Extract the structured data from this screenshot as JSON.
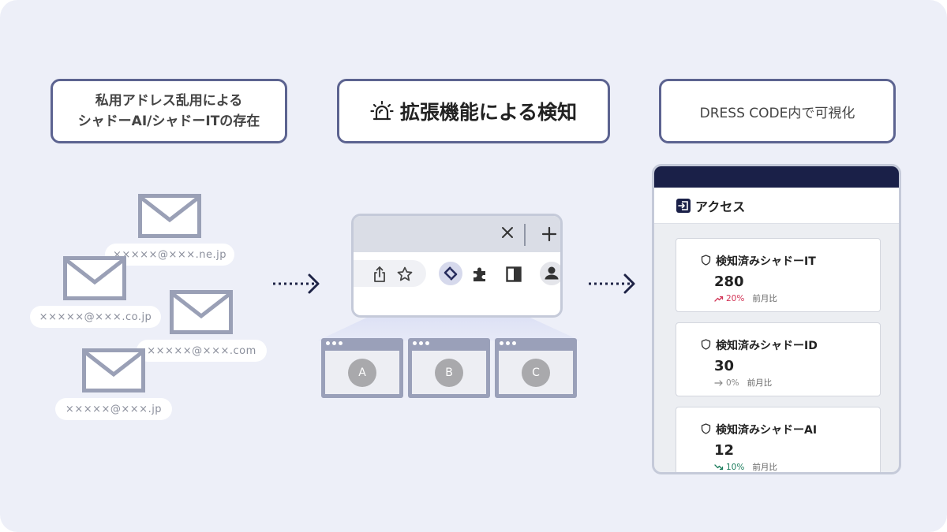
{
  "labels": {
    "left_line1": "私用アドレス乱用による",
    "left_line2": "シャドーAI/シャドーITの存在",
    "middle": "拡張機能による検知",
    "right": "DRESS CODE内で可視化"
  },
  "emails": [
    "×××××@×××.ne.jp",
    "×××××@×××.co.jp",
    "×××××@×××.com",
    "×××××@×××.jp"
  ],
  "browser_windows": [
    "A",
    "B",
    "C"
  ],
  "icons": {
    "middle_label": "alarm-light-icon",
    "tab_close": "close-icon",
    "tab_new": "plus-icon",
    "share": "share-icon",
    "bookmark": "star-icon",
    "extension": "dress-code-extension-icon",
    "extensions_menu": "puzzle-icon",
    "side_panel": "side-panel-icon",
    "profile": "profile-icon",
    "dashboard_header": "access-icon",
    "card": "shield-icon"
  },
  "dashboard": {
    "header": "アクセス",
    "cards": [
      {
        "title": "検知済みシャドーIT",
        "value": "280",
        "trend_pct": "20%",
        "trend_dir": "up",
        "trend_label": "前月比",
        "trend_color": "#d23355"
      },
      {
        "title": "検知済みシャドーID",
        "value": "30",
        "trend_pct": "0%",
        "trend_dir": "flat",
        "trend_label": "前月比",
        "trend_color": "#888888"
      },
      {
        "title": "検知済みシャドーAI",
        "value": "12",
        "trend_pct": "10%",
        "trend_dir": "down",
        "trend_label": "前月比",
        "trend_color": "#1c7d5c"
      }
    ]
  },
  "colors": {
    "background": "#edeff8",
    "box_border": "#5c6390",
    "envelope": "#9aa0b6",
    "arrow": "#1e2346",
    "dashboard_topbar": "#1a2048"
  }
}
